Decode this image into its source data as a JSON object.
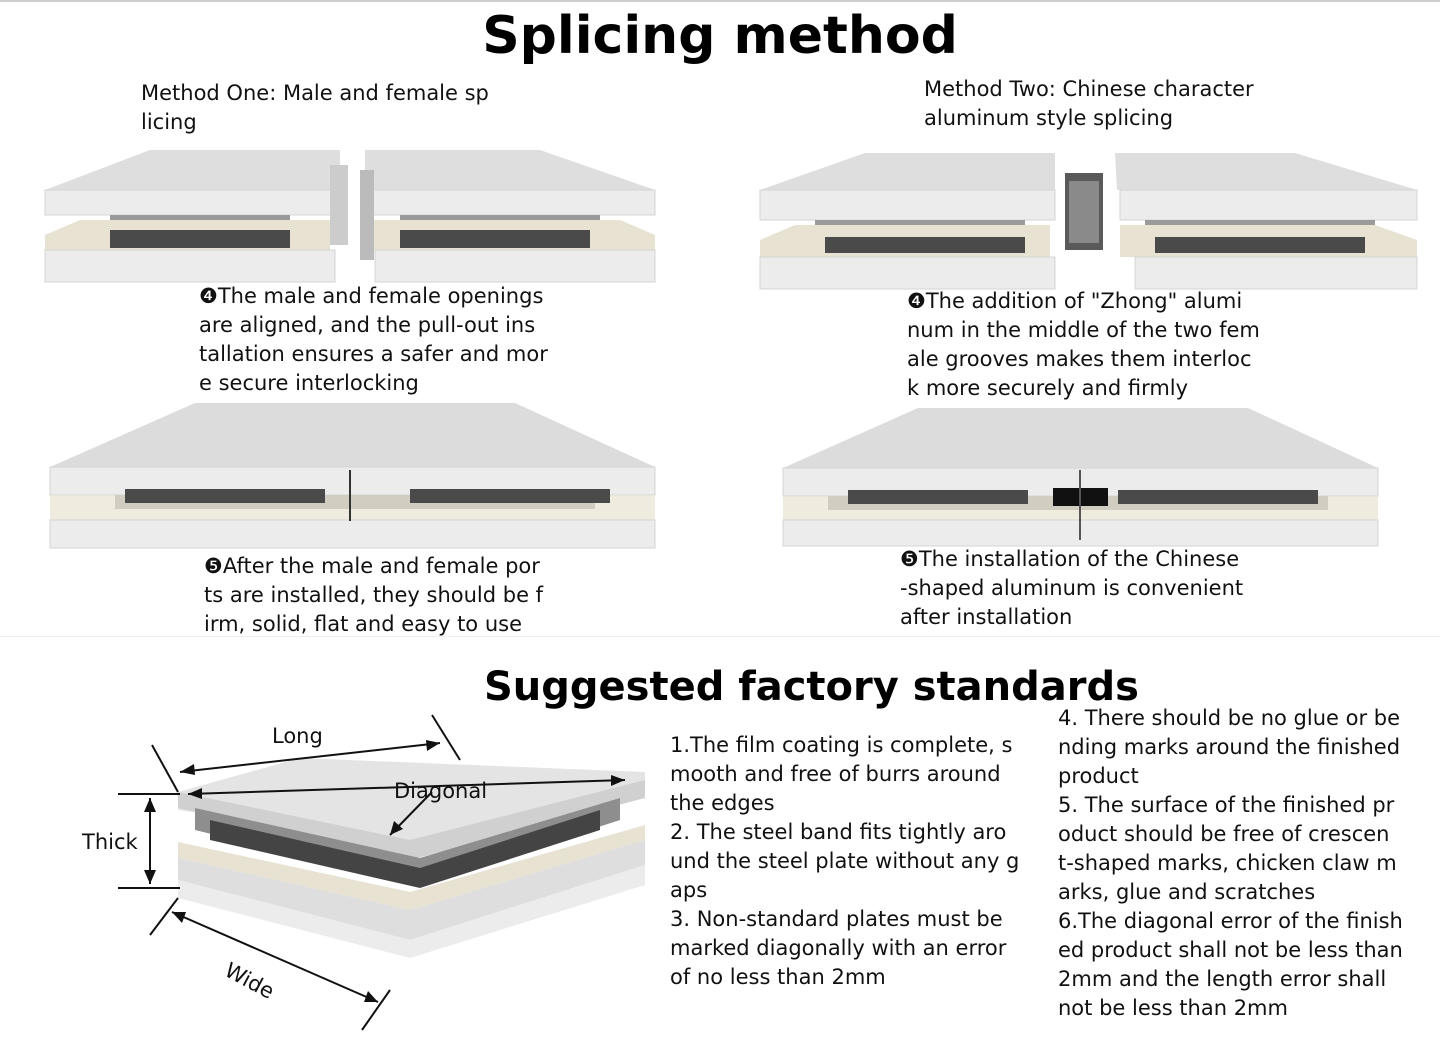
{
  "title": "Splicing method",
  "method_one": {
    "heading": "Method One: Male and female sp\nlicing",
    "step_a": "❹The male and female openings\n are aligned, and the pull-out ins\ntallation ensures a safer and mor\ne secure interlocking",
    "step_b": "❺After the male and female por\nts are installed, they should be f\nirm, solid, flat and easy to use"
  },
  "method_two": {
    "heading": "Method Two: Chinese character\naluminum style splicing",
    "step_a": "❹The addition of \"Zhong\" alumi\nnum in the middle of the two fem\nale grooves makes them interloc\nk more securely and firmly",
    "step_b": "❺The installation of the Chinese\n-shaped aluminum is convenient\n after installation"
  },
  "standards": {
    "title": "Suggested factory standards",
    "dimensions": {
      "long": "Long",
      "diagonal": "Diagonal",
      "thick": "Thick",
      "wide": "Wide"
    },
    "items_left": [
      "1.The film coating is complete, s\nmooth and free of burrs around\nthe edges",
      "2. The steel band fits tightly aro\nund the steel plate without any g\naps",
      "3. Non-standard plates must be\nmarked diagonally with an error\nof no less than 2mm"
    ],
    "items_right": [
      "4. There should be no glue or be\nnding marks around the finished\n product",
      "5. The surface of the finished pr\noduct should be free of crescen\nt-shaped marks, chicken claw m\narks, glue and scratches",
      "6.The diagonal error of the finish\ned product shall not be less than\n 2mm and the length error shall\nnot be less than 2mm"
    ]
  },
  "colors": {
    "panel_top": "#dcdcdc",
    "panel_face": "#e9e9e9",
    "core_dark": "#4a4a4a",
    "steel_mid": "#9a9a9a",
    "foam": "#e8e2d2"
  }
}
